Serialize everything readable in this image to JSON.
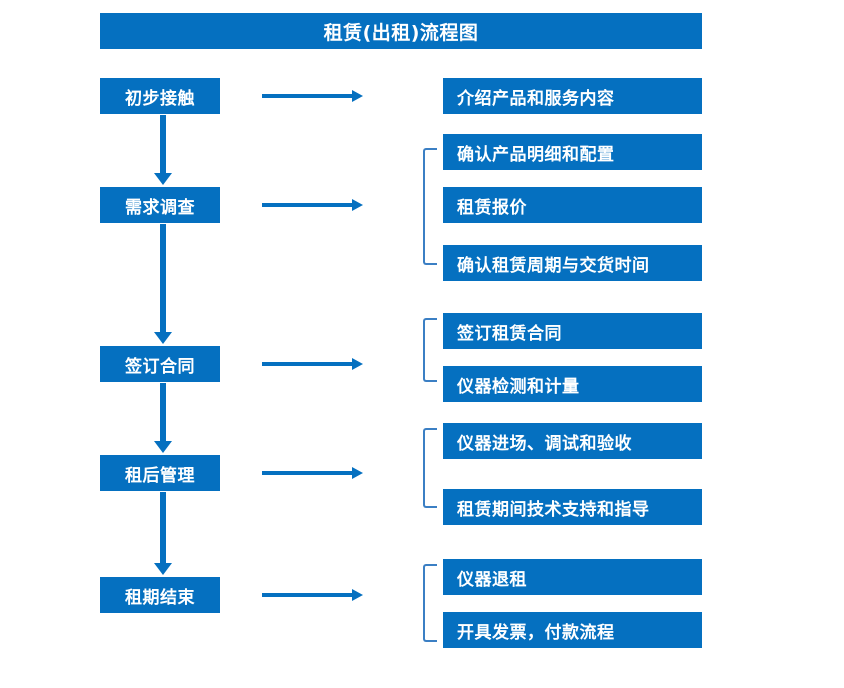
{
  "diagram": {
    "title": "租赁(出租)流程图",
    "theme": {
      "box_fill": "#0570c0",
      "box_text": "#ffffff",
      "arrow_color": "#0570c0",
      "bracket_color": "#3b7fc4",
      "background": "#ffffff"
    },
    "stages": [
      {
        "label": "初步接触",
        "arrow_label": "arrow-right",
        "bracket": false,
        "details": [
          "介绍产品和服务内容"
        ]
      },
      {
        "label": "需求调查",
        "arrow_label": "arrow-right",
        "bracket": true,
        "details": [
          "确认产品明细和配置",
          "租赁报价",
          "确认租赁周期与交货时间"
        ]
      },
      {
        "label": "签订合同",
        "arrow_label": "arrow-right",
        "bracket": true,
        "details": [
          "签订租赁合同",
          "仪器检测和计量"
        ]
      },
      {
        "label": "租后管理",
        "arrow_label": "arrow-right",
        "bracket": true,
        "details": [
          "仪器进场、调试和验收",
          "租赁期间技术支持和指导"
        ]
      },
      {
        "label": "租期结束",
        "arrow_label": "arrow-right",
        "bracket": true,
        "details": [
          "仪器退租",
          "开具发票，付款流程"
        ]
      }
    ],
    "connectors": [
      {
        "from": "初步接触",
        "to": "需求调查",
        "type": "arrow-down"
      },
      {
        "from": "需求调查",
        "to": "签订合同",
        "type": "arrow-down"
      },
      {
        "from": "签订合同",
        "to": "租后管理",
        "type": "arrow-down"
      },
      {
        "from": "租后管理",
        "to": "租期结束",
        "type": "arrow-down"
      }
    ],
    "layout": {
      "stage_tops": [
        78,
        187,
        346,
        455,
        577
      ],
      "detail_tops": [
        [
          78
        ],
        [
          134,
          187,
          245
        ],
        [
          313,
          366
        ],
        [
          423,
          489
        ],
        [
          559,
          612
        ]
      ],
      "bracket_spans": [
        null,
        [
          139,
          128
        ],
        [
          318,
          57
        ],
        [
          428,
          70
        ],
        [
          564,
          70
        ]
      ],
      "arrow_tops": [
        86,
        195,
        354,
        463,
        585
      ],
      "v_arrow_spans": [
        [
          114,
          72
        ],
        [
          223,
          122
        ],
        [
          382,
          72
        ],
        [
          613,
          0
        ]
      ]
    }
  }
}
